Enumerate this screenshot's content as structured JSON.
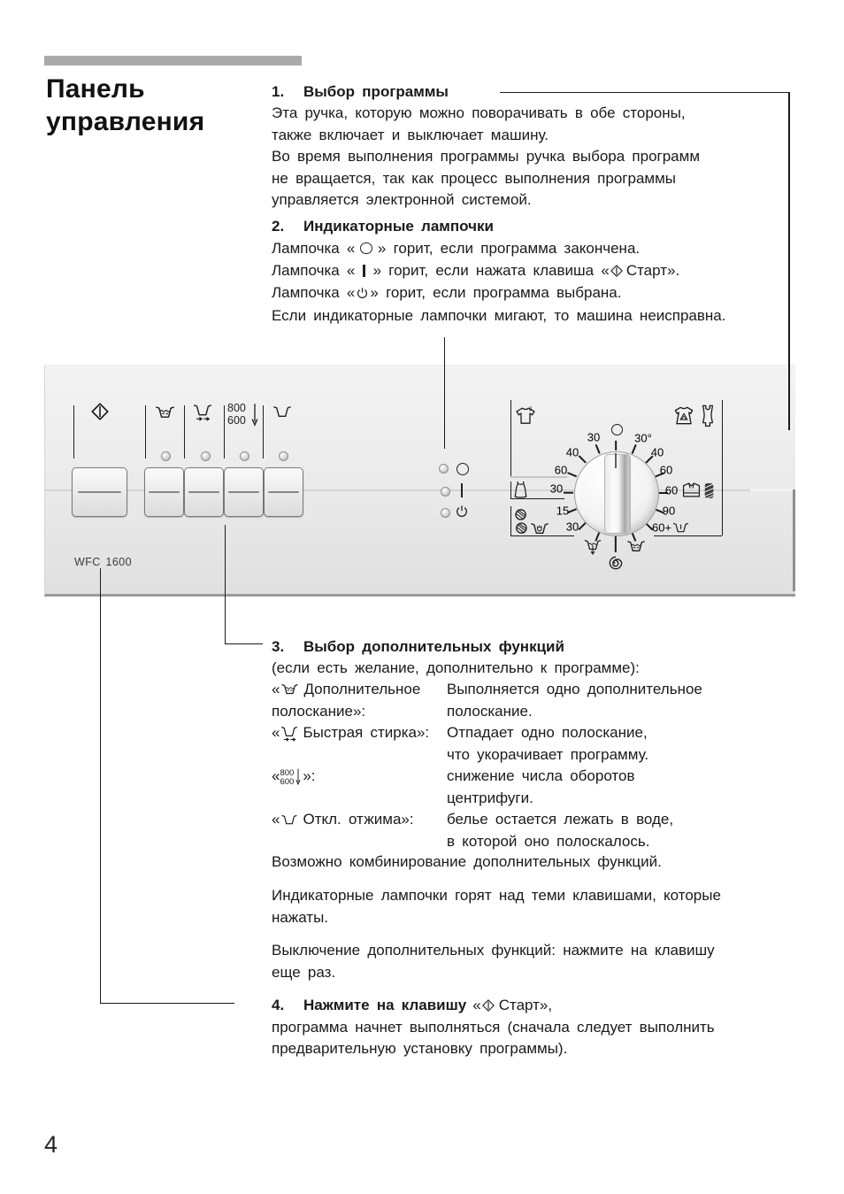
{
  "colors": {
    "page_bg": "#ffffff",
    "text": "#1a1a1a",
    "title_bar": "#a9a9a9",
    "panel_bg": "#ececec",
    "panel_edge": "#9b9b9b",
    "leader_line": "#1b1b1b"
  },
  "page_number": "4",
  "title": {
    "line1": "Панель",
    "line2": "управления"
  },
  "s1": {
    "num": "1.",
    "heading": "Выбор программы",
    "l1": "Эта ручка, которую можно поворачивать в обе стороны,",
    "l2": "также включает и выключает машину.",
    "l3": "Во время выполнения программы ручка выбора программ",
    "l4": "не вращается, так как процесс выполнения программы",
    "l5": "управляется электронной системой."
  },
  "s2": {
    "num": "2.",
    "heading": "Индикаторные лампочки",
    "lamp_pre": "Лампочка «",
    "l1_post": "» горит, если программа закончена.",
    "l2_post": "» горит, если нажата клавиша «",
    "l2_start": "Старт».",
    "l3_post": "» горит, если программа выбрана.",
    "l4": "Если индикаторные лампочки мигают, то машина неисправна."
  },
  "s3": {
    "num": "3.",
    "heading": "Выбор дополнительных функций",
    "subtitle": "(если есть желание, дополнительно к программе):",
    "r1": {
      "q": "«",
      "label": "Дополнительное",
      "label2": "полоскание»:",
      "d1": "Выполняется одно дополнительное",
      "d2": "полоскание."
    },
    "r2": {
      "q": "«",
      "label": "Быстрая стирка»:",
      "d1": "Отпадает одно полоскание,",
      "d2": "что укорачивает программу."
    },
    "r3": {
      "q": "«",
      "n800": "800",
      "n600": "600",
      "suffix": "»:",
      "d1": "снижение числа оборотов",
      "d2": "центрифуги."
    },
    "r4": {
      "q": "«",
      "label": "Откл. отжима»:",
      "d1": "белье остается лежать в воде,",
      "d2": "в которой оно полоскалось."
    },
    "note": "Возможно комбинирование дополнительных функций."
  },
  "p2": {
    "l1": "Индикаторные лампочки горят над теми клавишами, которые",
    "l2": "нажаты."
  },
  "p3": {
    "l1": "Выключение дополнительных функций: нажмите на клавишу",
    "l2": "еще раз."
  },
  "s4": {
    "num": "4.",
    "heading": "Нажмите на клавишу",
    "q": "«",
    "start_label": "Старт»,",
    "l2": "программа начнет выполняться (сначала следует выполнить",
    "l3": "предварительную установку программы)."
  },
  "panel": {
    "model": "WFC 1600",
    "spin_800": "800",
    "spin_600": "600",
    "icons": {
      "start": "diamond-with-vertical-bar",
      "extra_rinse": "tub-with-wave-and-dashes",
      "quick_wash": "tub-with-double-arrows",
      "spin_reduce": "800-600-down-arrow",
      "rinse_hold": "plain-tub",
      "lamp_end": "circle",
      "lamp_run": "vertical-bar",
      "lamp_selected": "power-standby",
      "drain": "tub-with-down-arrow",
      "spin": "spiral",
      "rinse": "tub-with-wave",
      "prewash": "tub-with-bar",
      "cotton": "shirt-with-2",
      "synthetics": "gown-with-recycle-triangle",
      "swimsuit": "swimsuit",
      "easycare_shirt": "folded-shirt",
      "dark_wash": "hatched-swatch",
      "delicates": "dress",
      "wool": "yarn-skeins",
      "handwash": "tub-with-hand"
    },
    "dial": {
      "d30c": "30°",
      "r40": "40",
      "r60a": "60",
      "r60b": "60",
      "r90": "90",
      "r60p": "60+",
      "bl30": "30",
      "l15": "15",
      "l30": "30",
      "l60": "60",
      "l40": "40",
      "tl30": "30"
    }
  }
}
